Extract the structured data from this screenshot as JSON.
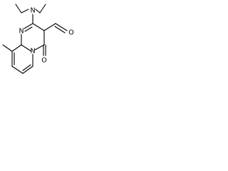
{
  "structure": {
    "atoms": {
      "amine_n": "N",
      "ring_n_top": "N",
      "ring_n_bottom": "N",
      "aldehyde_o": "O",
      "ketone_o": "O"
    },
    "colors": {
      "bond": "#000000",
      "label": "#000000",
      "background": "#ffffff"
    }
  }
}
